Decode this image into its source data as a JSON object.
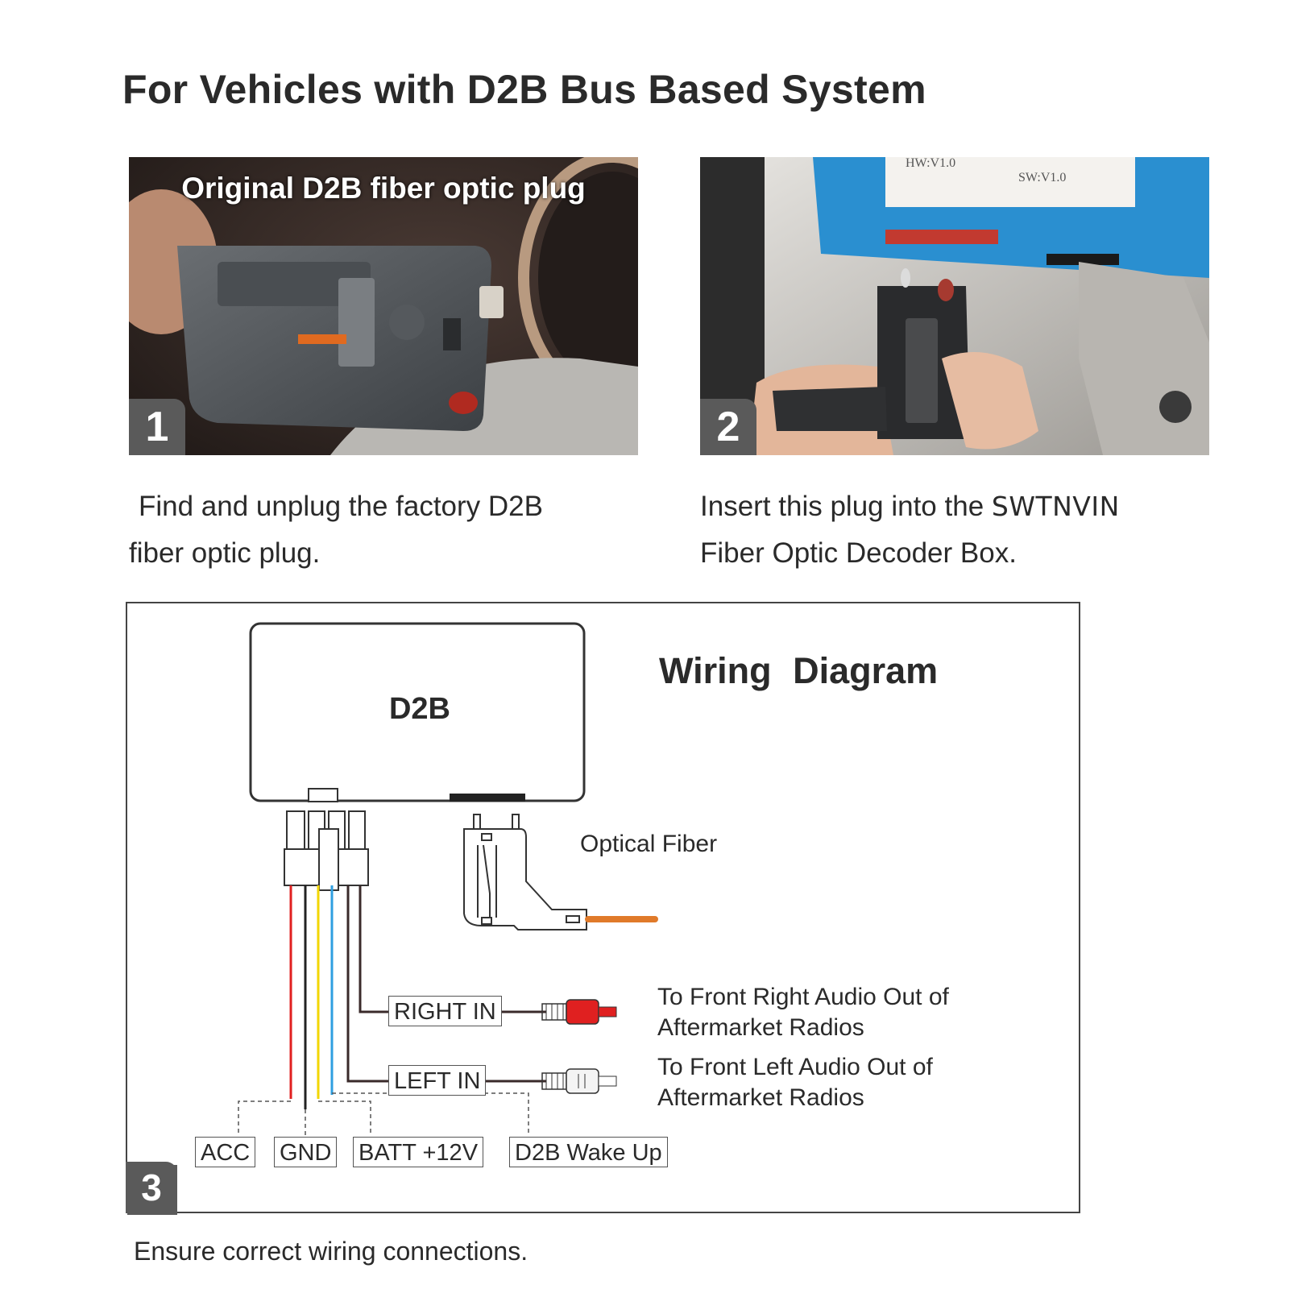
{
  "page": {
    "title": "For Vehicles with D2B Bus Based System",
    "footer": "Ensure correct wiring connections."
  },
  "steps": [
    {
      "number": "1",
      "overlay": "Original D2B fiber optic plug",
      "caption_line1": "Find and unplug the factory D2B",
      "caption_line2": "fiber optic plug."
    },
    {
      "number": "2",
      "box_label_hw": "HW:V1.0",
      "box_label_sw": "SW:V1.0",
      "caption_line1": "Insert this plug into the",
      "brand": "SWTNVIN",
      "caption_line2": "Fiber Optic Decoder Box."
    },
    {
      "number": "3"
    }
  ],
  "diagram": {
    "title": "Wiring  Diagram",
    "module_label": "D2B",
    "optical_fiber": "Optical Fiber",
    "right_in": "RIGHT IN",
    "left_in": "LEFT IN",
    "right_desc_line1": "To Front Right Audio Out of",
    "right_desc_line2": "Aftermarket Radios",
    "left_desc_line1": "To Front Left Audio Out of",
    "left_desc_line2": "Aftermarket Radios",
    "terminals": [
      "ACC",
      "GND",
      "BATT +12V",
      "D2B Wake Up"
    ],
    "wire_colors": {
      "acc": "#e02020",
      "gnd": "#222222",
      "batt": "#f2d600",
      "wake": "#2f9fe0",
      "audio": "#3a2a2a",
      "fiber": "#e07a2a"
    }
  }
}
